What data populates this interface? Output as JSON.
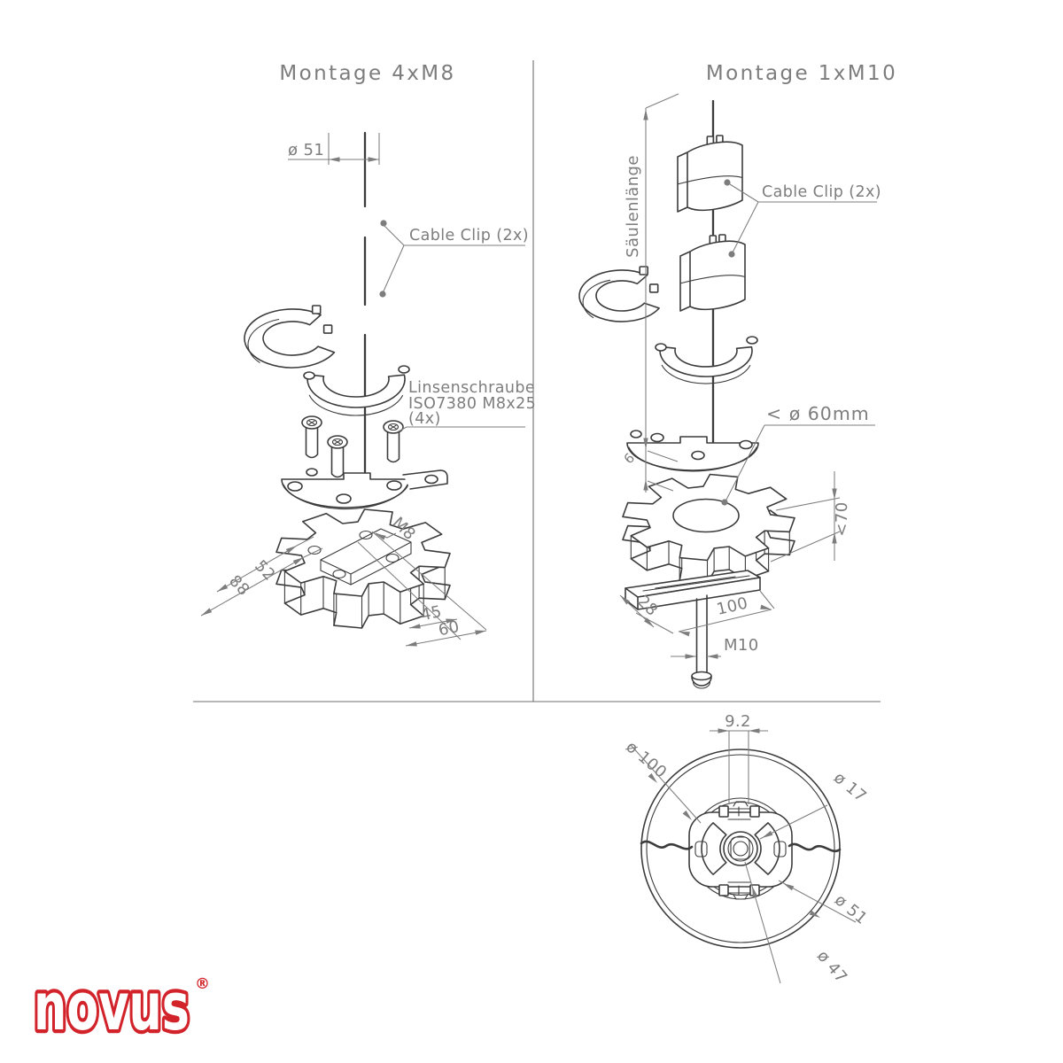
{
  "left": {
    "title": "Montage 4xM8",
    "dia51": "ø 51",
    "cable_clip": "Cable Clip (2x)",
    "screw_label_1": "Linsenschraube",
    "screw_label_2": "ISO7380 M8x25",
    "screw_label_3": "(4x)",
    "m8": "M8",
    "dim_52": "52",
    "dim_88": "88",
    "dim_45": "45",
    "dim_60": "60"
  },
  "right": {
    "title": "Montage 1xM10",
    "column_length": "Säulenlänge",
    "cable_clip": "Cable Clip (2x)",
    "dim_6": "6",
    "max_dia": "< ø 60mm",
    "dim_70": "<70",
    "dim_28": "28",
    "dim_100": "100",
    "m10": "M10"
  },
  "bottom_view": {
    "dim_9_2": "9.2",
    "dia100": "ø 100",
    "dia17": "ø 17",
    "dia51": "ø 51",
    "dia47": "ø 47"
  },
  "logo": {
    "text": "novus",
    "registered": "®"
  },
  "colors": {
    "line": "#3c3c3c",
    "dim": "#7d7d7d",
    "logo_red": "#d2232a"
  }
}
